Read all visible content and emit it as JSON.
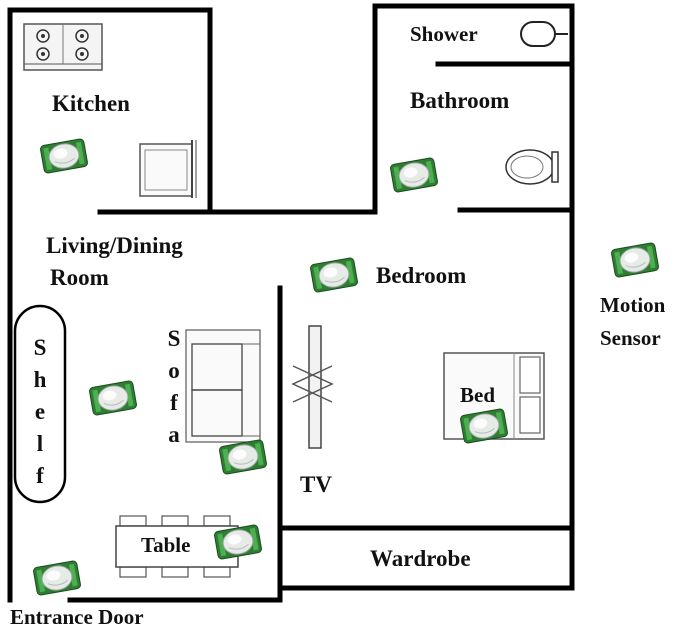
{
  "rooms": {
    "kitchen": "Kitchen",
    "bathroom": "Bathroom",
    "shower": "Shower",
    "living_line1": "Living/Dining",
    "living_line2": "Room",
    "bedroom": "Bedroom",
    "wardrobe": "Wardrobe",
    "entrance": "Entrance Door"
  },
  "furniture": {
    "shelf_letters": [
      "S",
      "h",
      "e",
      "l",
      "f"
    ],
    "sofa_letters": [
      "S",
      "o",
      "f",
      "a"
    ],
    "tv": "TV",
    "bed": "Bed",
    "table": "Table"
  },
  "legend": {
    "line1": "Motion",
    "line2": "Sensor"
  },
  "colors": {
    "wall": "#000000",
    "sensor_board": "#2e7d32",
    "sensor_dome": "#e8ecea"
  }
}
